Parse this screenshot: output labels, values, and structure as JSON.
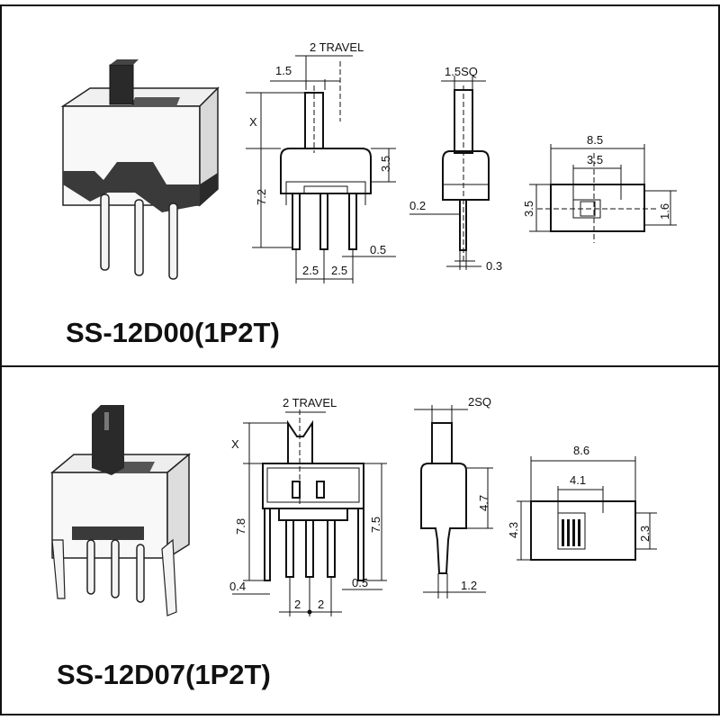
{
  "panel1": {
    "title": "SS-12D00(1P2T)",
    "front": {
      "travel": "2  TRAVEL",
      "offset": "1.5",
      "height_x": "X",
      "height_body": "7.2",
      "height_upper": "3.5",
      "pitch_left": "2.5",
      "pitch_right": "2.5",
      "pin": "0.5"
    },
    "side": {
      "actuator": "1.5SQ",
      "lead": "0.2",
      "lead_thick": "0.3"
    },
    "top": {
      "length": "8.5",
      "slot": "3.5",
      "width": "3.5",
      "actuator_w": "1.6"
    }
  },
  "panel2": {
    "title": "SS-12D07(1P2T)",
    "front": {
      "travel": "2 TRAVEL",
      "height_x": "X",
      "height_body": "7.8",
      "height_right": "7.5",
      "left_gap": "0.4",
      "pin": "0.5",
      "pitch_left": "2",
      "pitch_right": "2"
    },
    "side": {
      "actuator": "2SQ",
      "height": "4.7",
      "lead": "1.2"
    },
    "top": {
      "length": "8.6",
      "slot": "4.1",
      "width": "4.3",
      "actuator_w": "2.3"
    }
  }
}
